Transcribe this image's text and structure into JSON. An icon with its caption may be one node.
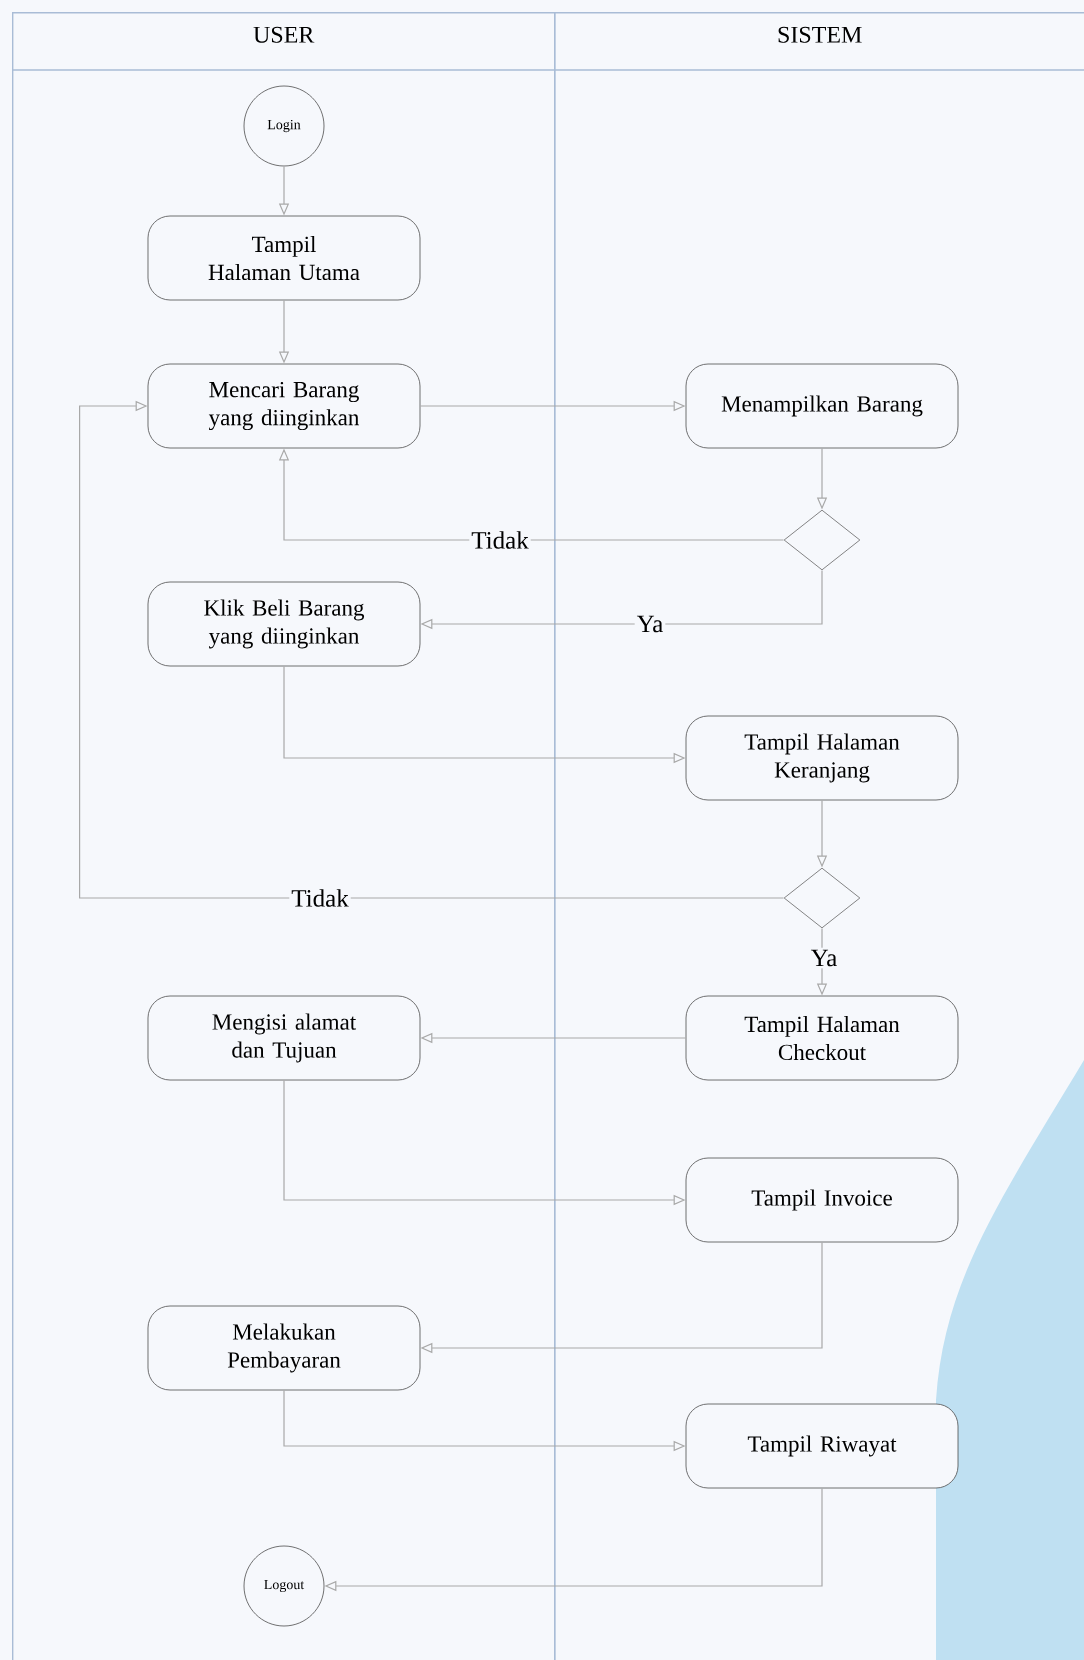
{
  "diagram": {
    "nodes": [
      {
        "text": [
          "USER"
        ]
      },
      {
        "text": [
          "SISTEM"
        ]
      },
      {
        "text": [
          "Login"
        ],
        "in": 0
      },
      {
        "text": [
          "Tampil Halaman Utama"
        ],
        "in": 0
      },
      {
        "text": [
          "Mencari Barang yang diinginkan"
        ],
        "in": 0
      },
      {
        "text": [
          "Menampilkan Barang"
        ],
        "in": 1
      },
      {
        "text": [],
        "shape": "diamond",
        "in": 1
      },
      {
        "text": [
          "Klik Beli Barang yang diinginkan"
        ],
        "in": 0
      },
      {
        "text": [
          "Tampil Halaman Keranjang"
        ],
        "in": 1
      },
      {
        "text": [],
        "shape": "diamond",
        "in": 1
      },
      {
        "text": [
          "Mengisi alamat dan Tujuan"
        ],
        "in": 0
      },
      {
        "text": [
          "Tampil Halaman Checkout"
        ],
        "in": 1
      },
      {
        "text": [
          "Tampil Invoice"
        ],
        "in": 1
      },
      {
        "text": [
          "Melakukan Pembayaran"
        ],
        "in": 0
      },
      {
        "text": [
          "Tampil Riwayat"
        ],
        "in": 1
      },
      {
        "text": [
          "Logout"
        ],
        "in": 0
      }
    ],
    "edges": [
      {
        "from": 2,
        "to": 3,
        "arrow": "to"
      },
      {
        "from": 3,
        "to": 4,
        "arrow": "to"
      },
      {
        "from": 4,
        "to": 5,
        "arrow": "to"
      },
      {
        "from": 5,
        "to": 6,
        "arrow": "to"
      },
      {
        "from": 6,
        "to": 4,
        "arrow": "to",
        "label": "Tidak"
      },
      {
        "from": 6,
        "to": 7,
        "arrow": "to",
        "label": "Ya"
      },
      {
        "from": 7,
        "to": 8,
        "arrow": "to"
      },
      {
        "from": 8,
        "to": 9,
        "arrow": "to"
      },
      {
        "from": 9,
        "to": 4,
        "arrow": "to",
        "label": "Tidak"
      },
      {
        "from": 9,
        "to": 11,
        "arrow": "to",
        "label": "Ya"
      },
      {
        "from": 11,
        "to": 10,
        "arrow": "to"
      },
      {
        "from": 10,
        "to": 12,
        "arrow": "to"
      },
      {
        "from": 12,
        "to": 13,
        "arrow": "to"
      },
      {
        "from": 13,
        "to": 14,
        "arrow": "to"
      },
      {
        "from": 14,
        "to": 15,
        "arrow": "to"
      }
    ]
  }
}
